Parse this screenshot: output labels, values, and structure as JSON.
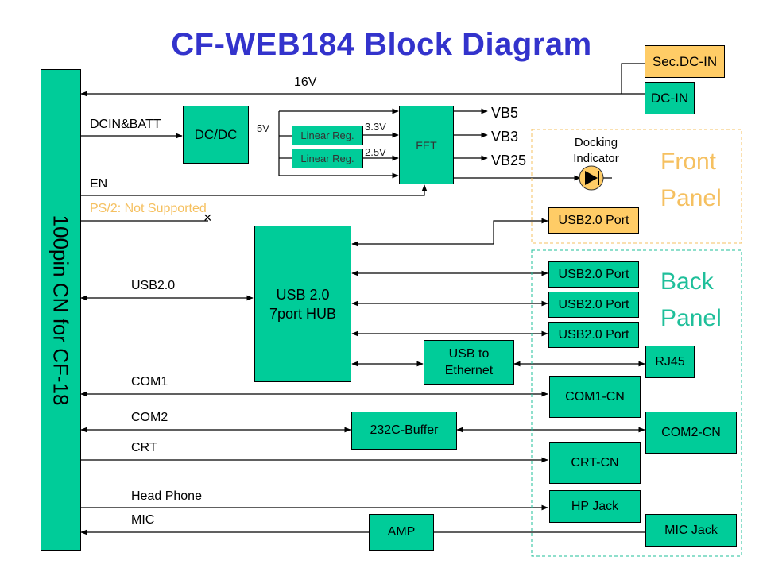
{
  "title": "CF-WEB184 Block Diagram",
  "colors": {
    "title": "#3333cc",
    "block_green": "#00cc99",
    "block_orange": "#ffcc66",
    "front_panel": "#f5c060",
    "back_panel": "#1fbf9a",
    "ps2_text": "#f5c060"
  },
  "connector": {
    "label": "100pin CN for CF-18"
  },
  "signals": {
    "v16": "16V",
    "dcin_batt": "DCIN&BATT",
    "en": "EN",
    "ps2": "PS/2: Not Supported",
    "usb20": "USB2.0",
    "com1": "COM1",
    "com2": "COM2",
    "crt": "CRT",
    "head_phone": "Head Phone",
    "mic": "MIC",
    "v5": "5V",
    "v33": "3.3V",
    "v25": "2.5V",
    "vb5": "VB5",
    "vb3": "VB3",
    "vb25": "VB25",
    "not_connected_mark": "×"
  },
  "blocks": {
    "sec_dc_in": "Sec.DC-IN",
    "dc_in": "DC-IN",
    "dcdc": "DC/DC",
    "linear_reg_1": "Linear Reg.",
    "linear_reg_2": "Linear Reg.",
    "fet": "FET",
    "docking_indicator": "Docking Indicator",
    "front_usb_port": "USB2.0 Port",
    "usb_hub_line1": "USB 2.0",
    "usb_hub_line2": "7port HUB",
    "usb_to_eth_line1": "USB to",
    "usb_to_eth_line2": "Ethernet",
    "back_usb_port_1": "USB2.0 Port",
    "back_usb_port_2": "USB2.0 Port",
    "back_usb_port_3": "USB2.0 Port",
    "rj45": "RJ45",
    "com1_cn": "COM1-CN",
    "buffer_232c": "232C-Buffer",
    "com2_cn": "COM2-CN",
    "crt_cn": "CRT-CN",
    "hp_jack": "HP Jack",
    "amp": "AMP",
    "mic_jack": "MIC Jack"
  },
  "panels": {
    "front_line1": "Front",
    "front_line2": "Panel",
    "back_line1": "Back",
    "back_line2": "Panel"
  }
}
